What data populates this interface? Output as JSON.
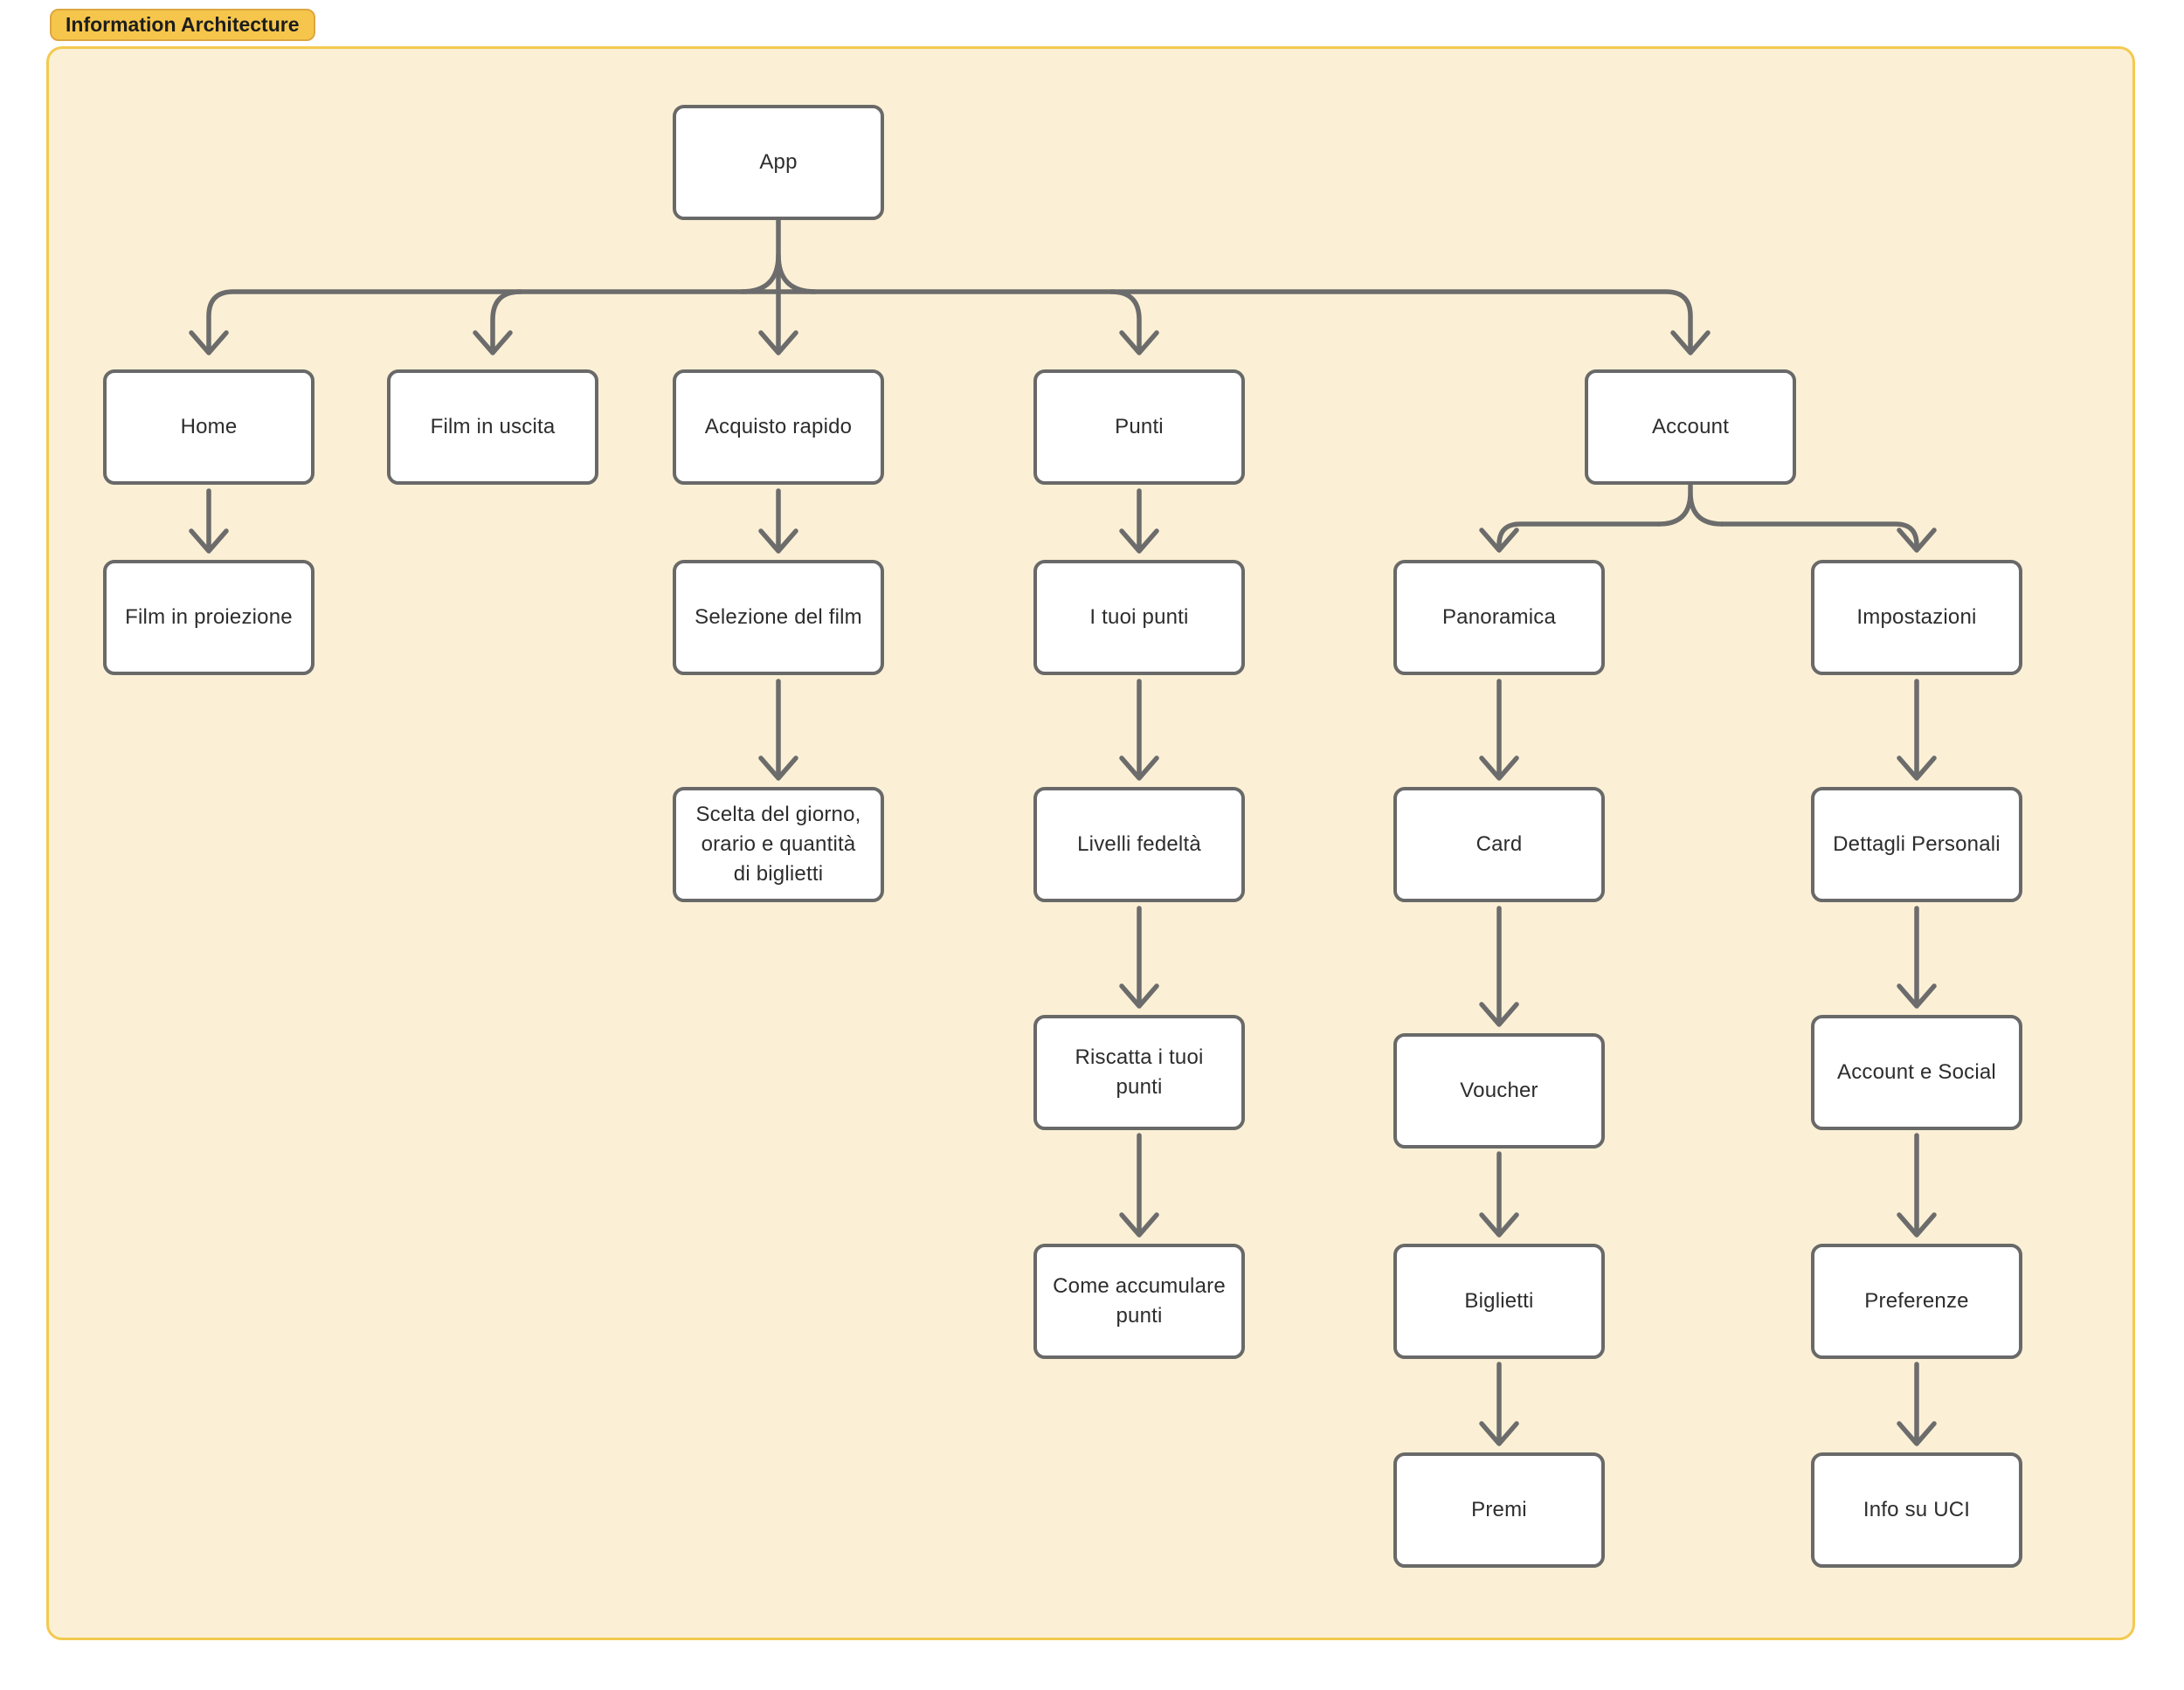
{
  "badge": {
    "label": "Information Architecture"
  },
  "colors": {
    "accent": "#f6c64c",
    "accent-border": "#dda63e",
    "canvas-bg": "#fbf0d5",
    "canvas-border": "#f3c94f",
    "node-bg": "#ffffff",
    "node-border": "#696969",
    "connector": "#6c6c6c",
    "text": "#2d2d2d"
  },
  "diagram": {
    "type": "tree",
    "nodes": [
      {
        "id": "app",
        "label": "App"
      },
      {
        "id": "home",
        "label": "Home"
      },
      {
        "id": "film-in-uscita",
        "label": "Film in uscita"
      },
      {
        "id": "acquisto-rapido",
        "label": "Acquisto rapido"
      },
      {
        "id": "punti",
        "label": "Punti"
      },
      {
        "id": "account",
        "label": "Account"
      },
      {
        "id": "film-in-proiezione",
        "label": "Film in proiezione"
      },
      {
        "id": "selezione-del-film",
        "label": "Selezione del film"
      },
      {
        "id": "scelta-giorno",
        "label": "Scelta del giorno, orario e quantità di biglietti"
      },
      {
        "id": "i-tuoi-punti",
        "label": "I tuoi punti"
      },
      {
        "id": "livelli-fedelta",
        "label": "Livelli fedeltà"
      },
      {
        "id": "riscatta-punti",
        "label": "Riscatta i tuoi punti"
      },
      {
        "id": "come-accumulare",
        "label": "Come accumulare punti"
      },
      {
        "id": "panoramica",
        "label": "Panoramica"
      },
      {
        "id": "card",
        "label": "Card"
      },
      {
        "id": "voucher",
        "label": "Voucher"
      },
      {
        "id": "biglietti",
        "label": "Biglietti"
      },
      {
        "id": "premi",
        "label": "Premi"
      },
      {
        "id": "impostazioni",
        "label": "Impostazioni"
      },
      {
        "id": "dettagli-personali",
        "label": "Dettagli Personali"
      },
      {
        "id": "account-e-social",
        "label": "Account e Social"
      },
      {
        "id": "preferenze",
        "label": "Preferenze"
      },
      {
        "id": "info-su-uci",
        "label": "Info su UCI"
      }
    ],
    "edges": [
      [
        "app",
        "home"
      ],
      [
        "app",
        "film-in-uscita"
      ],
      [
        "app",
        "acquisto-rapido"
      ],
      [
        "app",
        "punti"
      ],
      [
        "app",
        "account"
      ],
      [
        "home",
        "film-in-proiezione"
      ],
      [
        "acquisto-rapido",
        "selezione-del-film"
      ],
      [
        "selezione-del-film",
        "scelta-giorno"
      ],
      [
        "punti",
        "i-tuoi-punti"
      ],
      [
        "i-tuoi-punti",
        "livelli-fedelta"
      ],
      [
        "livelli-fedelta",
        "riscatta-punti"
      ],
      [
        "riscatta-punti",
        "come-accumulare"
      ],
      [
        "account",
        "panoramica"
      ],
      [
        "account",
        "impostazioni"
      ],
      [
        "panoramica",
        "card"
      ],
      [
        "card",
        "voucher"
      ],
      [
        "voucher",
        "biglietti"
      ],
      [
        "biglietti",
        "premi"
      ],
      [
        "impostazioni",
        "dettagli-personali"
      ],
      [
        "dettagli-personali",
        "account-e-social"
      ],
      [
        "account-e-social",
        "preferenze"
      ],
      [
        "preferenze",
        "info-su-uci"
      ]
    ]
  }
}
